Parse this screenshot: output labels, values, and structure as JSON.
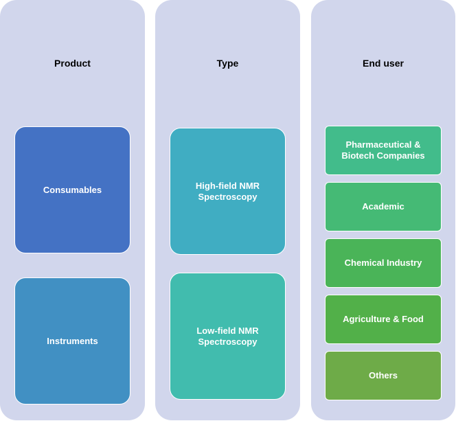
{
  "columns": [
    {
      "title": "Product",
      "items": [
        {
          "label": "Consumables",
          "color": "#4472c4"
        },
        {
          "label": "Instruments",
          "color": "#4190c3"
        }
      ]
    },
    {
      "title": "Type",
      "items": [
        {
          "label": "High-field NMR\nSpectroscopy",
          "color": "#40adc2"
        },
        {
          "label": "Low-field NMR\nSpectroscopy",
          "color": "#41bcae"
        }
      ]
    },
    {
      "title": "End user",
      "items": [
        {
          "label": "Pharmaceutical &\nBiotech Companies",
          "color": "#42bc8b"
        },
        {
          "label": "Academic",
          "color": "#45ba75"
        },
        {
          "label": "Chemical Industry",
          "color": "#4ab458"
        },
        {
          "label": "Agriculture & Food",
          "color": "#52b049"
        },
        {
          "label": "Others",
          "color": "#6eab48"
        }
      ]
    }
  ]
}
